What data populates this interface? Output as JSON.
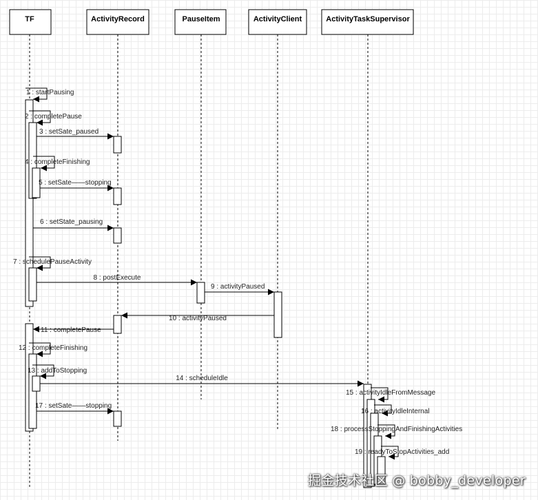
{
  "participants": [
    {
      "id": "tf",
      "label": "TF"
    },
    {
      "id": "ar",
      "label": "ActivityRecord"
    },
    {
      "id": "pi",
      "label": "PauseItem"
    },
    {
      "id": "ac",
      "label": "ActivityClient"
    },
    {
      "id": "ats",
      "label": "ActivityTaskSupervisor"
    }
  ],
  "messages": [
    {
      "n": 1,
      "label": "1 : startPausing",
      "from": "tf",
      "to": "tf"
    },
    {
      "n": 2,
      "label": "2 : completePause",
      "from": "tf",
      "to": "tf"
    },
    {
      "n": 3,
      "label": "3 : setSate_paused",
      "from": "tf",
      "to": "ar"
    },
    {
      "n": 4,
      "label": "4 : completeFinishing",
      "from": "tf",
      "to": "tf"
    },
    {
      "n": 5,
      "label": "5 : setSate——stopping",
      "from": "tf",
      "to": "ar"
    },
    {
      "n": 6,
      "label": "6 : setState_pausing",
      "from": "tf",
      "to": "ar"
    },
    {
      "n": 7,
      "label": "7 : schedulePauseActivity",
      "from": "tf",
      "to": "tf"
    },
    {
      "n": 8,
      "label": "8 : postExecute",
      "from": "tf",
      "to": "pi"
    },
    {
      "n": 9,
      "label": "9 : activityPaused",
      "from": "pi",
      "to": "ac"
    },
    {
      "n": 10,
      "label": "10 : activityPaused",
      "from": "ac",
      "to": "ar"
    },
    {
      "n": 11,
      "label": "11 : completePause",
      "from": "ar",
      "to": "tf"
    },
    {
      "n": 12,
      "label": "12 : completeFinishing",
      "from": "tf",
      "to": "tf"
    },
    {
      "n": 13,
      "label": "13 : addToStopping",
      "from": "tf",
      "to": "tf"
    },
    {
      "n": 14,
      "label": "14 : scheduleIdle",
      "from": "tf",
      "to": "ats"
    },
    {
      "n": 15,
      "label": "15 : activityIdleFromMessage",
      "from": "ats",
      "to": "ats"
    },
    {
      "n": 16,
      "label": "16 : activityIdleInternal",
      "from": "ats",
      "to": "ats"
    },
    {
      "n": 17,
      "label": "17 : setSate——stopping",
      "from": "tf",
      "to": "ar"
    },
    {
      "n": 18,
      "label": "18 : processStoppingAndFinishingActivities",
      "from": "ats",
      "to": "ats"
    },
    {
      "n": 19,
      "label": "19 : readyToStopActivities_add",
      "from": "ats",
      "to": "ats"
    }
  ],
  "watermark": "掘金技术社区 @ bobby_developer",
  "colors": {
    "line": "#000000",
    "box_fill": "#ffffff",
    "grid": "#ececec"
  }
}
